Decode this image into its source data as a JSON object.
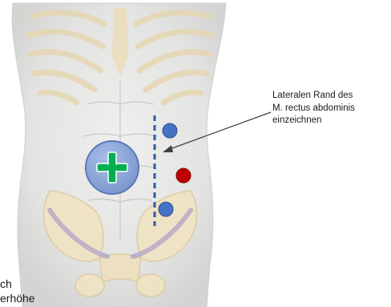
{
  "annotation": {
    "line1": "Lateralen Rand des",
    "line2": "M. rectus abdominis",
    "line3": "einzeichnen"
  },
  "cropped_text": {
    "line1": "ch",
    "line2": "erhöhe"
  },
  "colors": {
    "port_blue": "#4472c4",
    "port_red": "#c00000",
    "camera_port_fill": "#8fa9dc",
    "plus_green": "#00b050",
    "dashed_line": "#2e5ba8",
    "arrow": "#404040",
    "skin": "#e4e4e2",
    "bone": "#f1e3c3"
  },
  "icons": {
    "camera_port": "plus-icon"
  }
}
